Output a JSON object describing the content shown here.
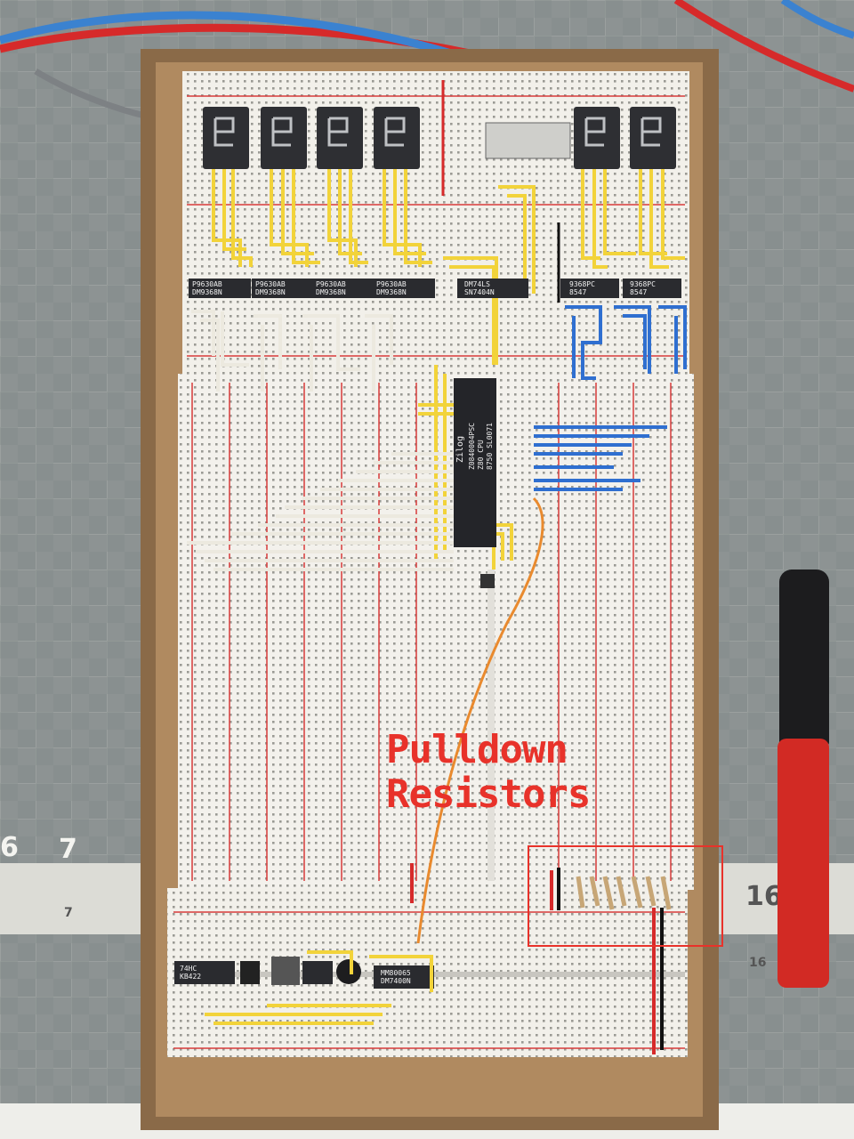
{
  "annotation": {
    "line1": "Pulldown",
    "line2": "Resistors",
    "color": "#e8322a"
  },
  "cutting_mat": {
    "ruler_marks": [
      "6",
      "7",
      "16",
      "7",
      "16"
    ],
    "color": "#8f9494"
  },
  "cpu_chip": {
    "brand": "Zilog",
    "lines": [
      "Z0840004PSC",
      "Z80 CPU",
      "8750 SL0071"
    ]
  },
  "decoder_chips": [
    {
      "lines": [
        "P9630AB",
        "DM9368N"
      ]
    },
    {
      "lines": [
        "P9630AB",
        "DM9368N"
      ]
    },
    {
      "lines": [
        "P9630AB",
        "DM9368N"
      ]
    },
    {
      "lines": [
        "P9630AB",
        "DM9368N"
      ]
    },
    {
      "lines": [
        "DM74LS",
        "SN7404N"
      ]
    },
    {
      "lines": [
        "9368PC",
        "8547"
      ]
    },
    {
      "lines": [
        "9368PC",
        "8547"
      ]
    }
  ],
  "lower_chips": [
    {
      "lines": [
        "74HC",
        "KB422"
      ]
    },
    {
      "lines": [
        "MM80065",
        "DM7400N"
      ]
    }
  ]
}
